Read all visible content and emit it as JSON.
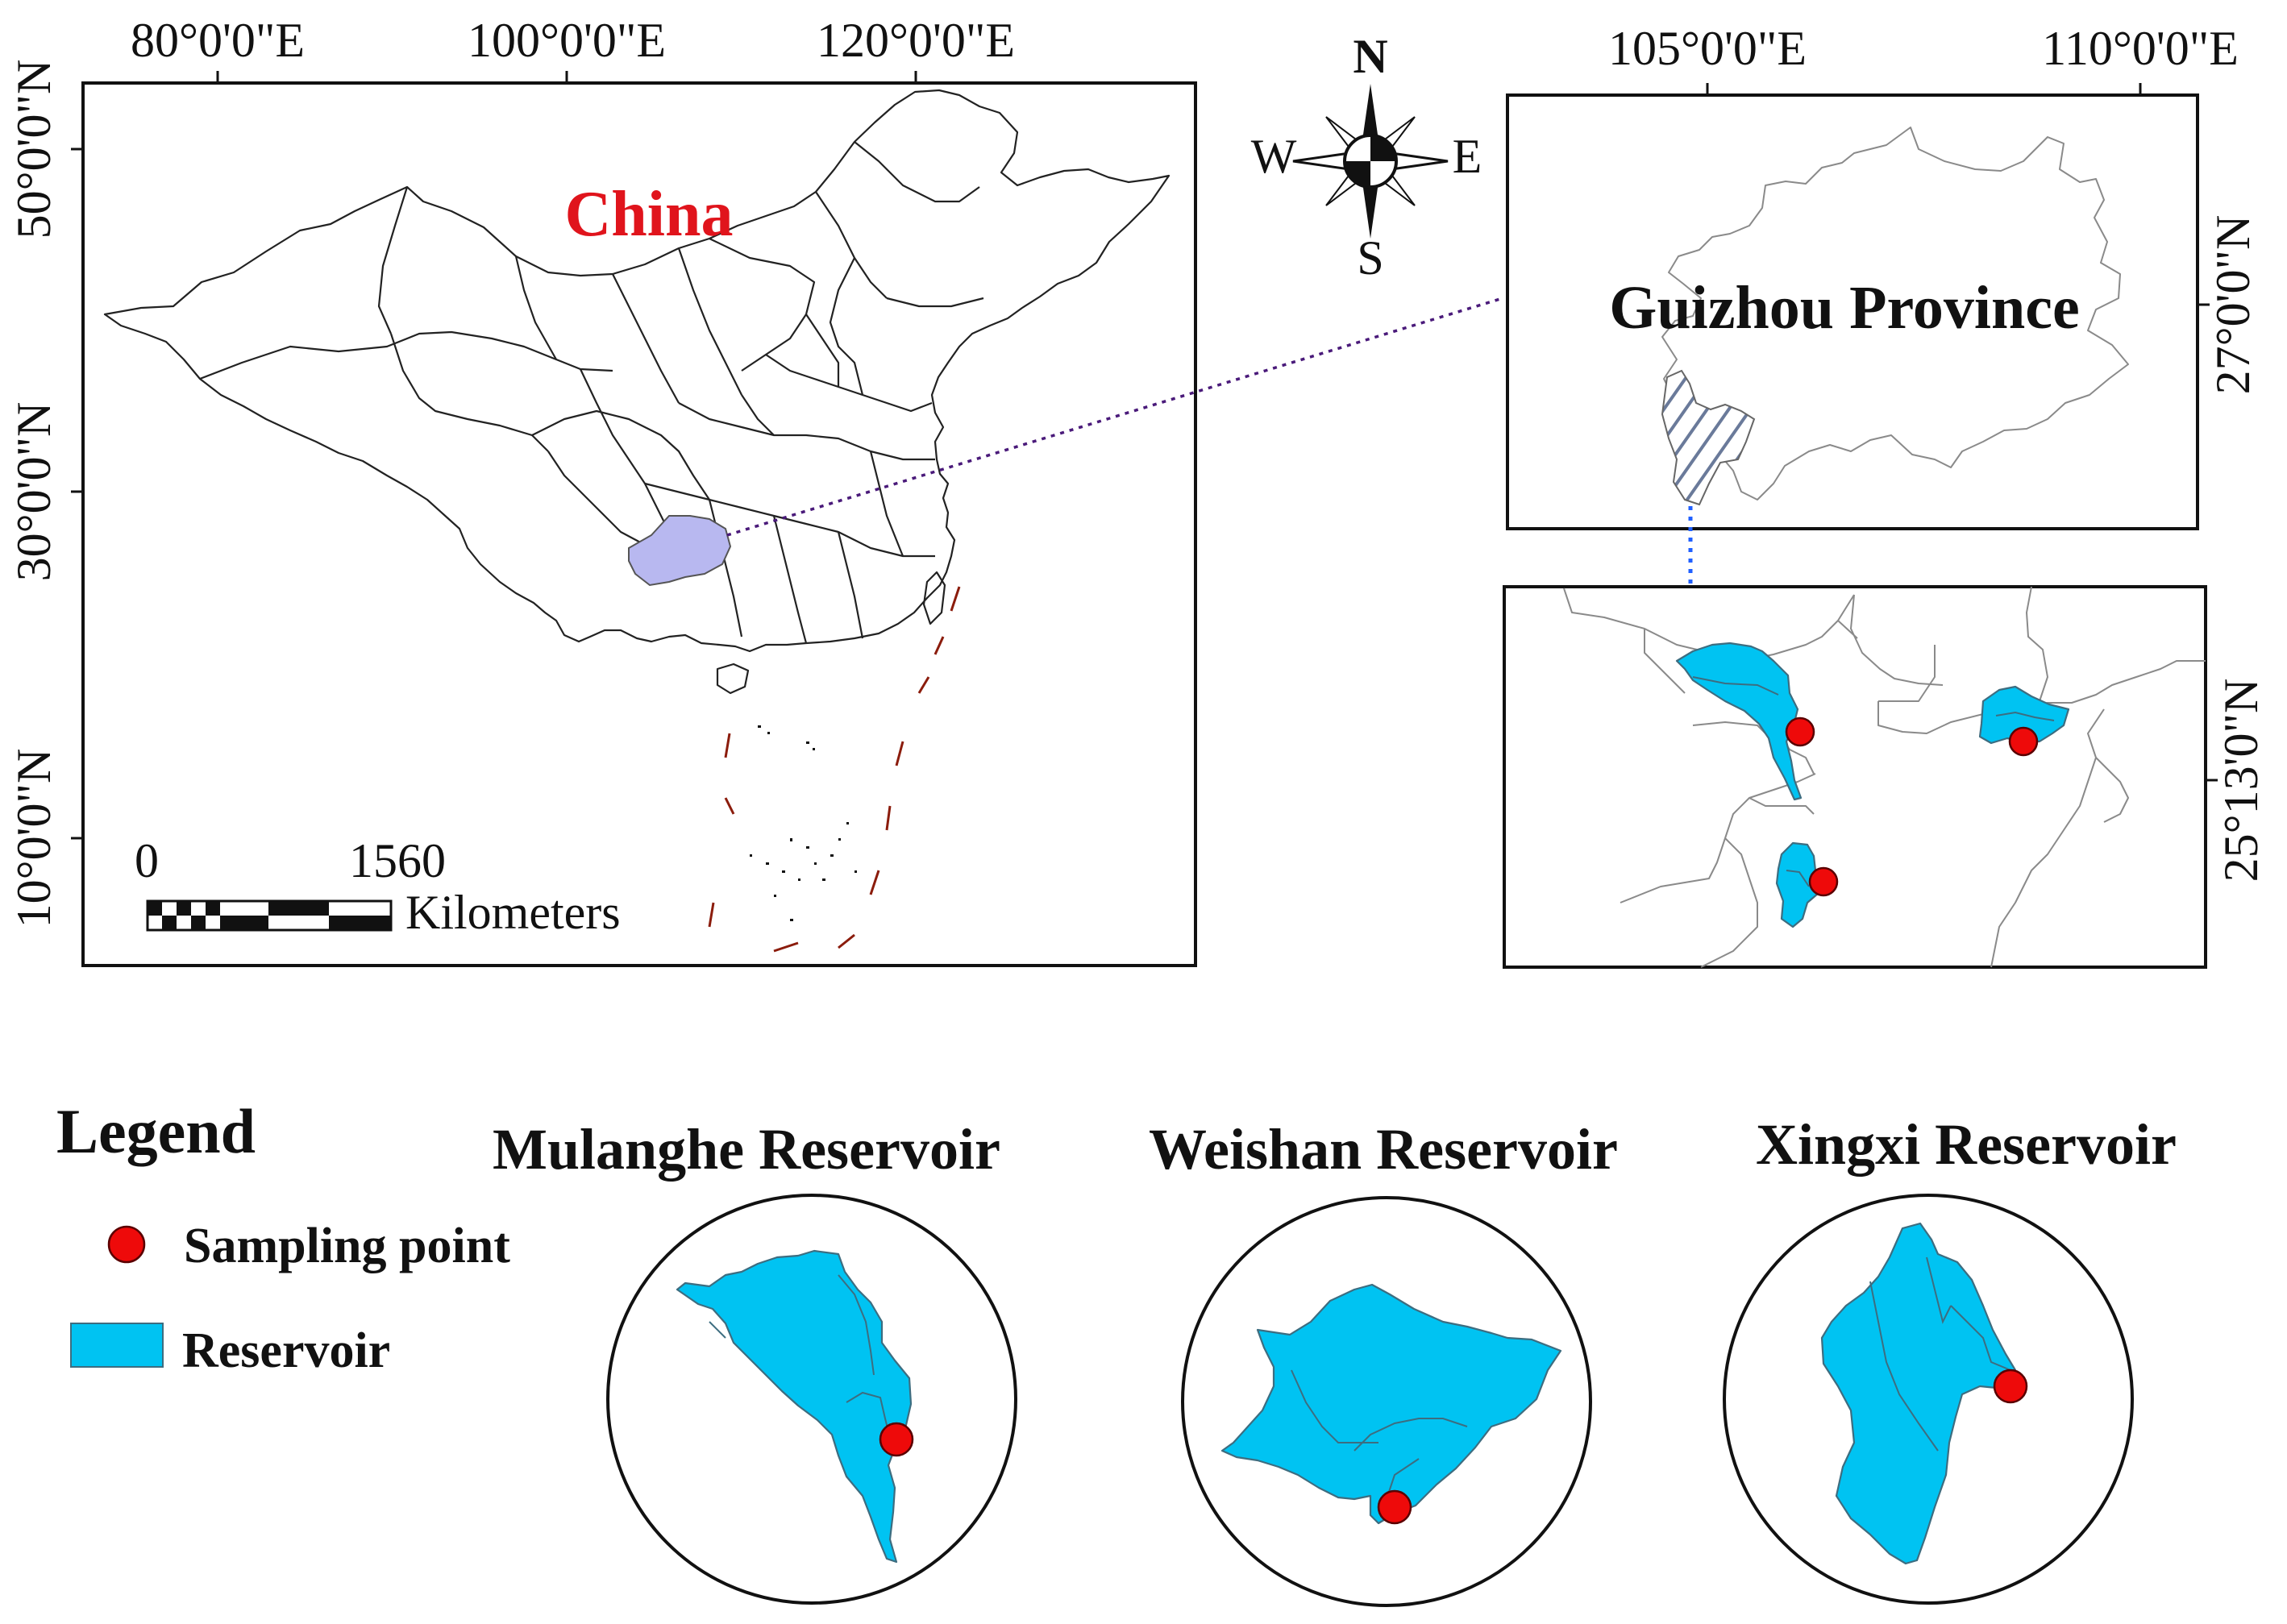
{
  "main_map": {
    "country_label": "China",
    "country_label_color": "#e0141c",
    "lon_labels": [
      "80°0'0\"E",
      "100°0'0\"E",
      "120°0'0\"E"
    ],
    "lat_labels": [
      "50°0'0\"N",
      "30°0'0\"N",
      "10°0'0\"N"
    ],
    "highlight_color": "#b8b8f0",
    "scale_bar": {
      "start": "0",
      "end": "1560",
      "unit": "Kilometers"
    }
  },
  "compass": {
    "n": "N",
    "s": "S",
    "e": "E",
    "w": "W"
  },
  "province_map": {
    "title": "Guizhou Province",
    "lon_labels": [
      "105°0'0\"E",
      "110°0'0\"E"
    ],
    "lat_labels": [
      "27°0'0\"N"
    ]
  },
  "detail_map": {
    "lat_labels": [
      "25°13'0\"N"
    ]
  },
  "legend": {
    "title": "Legend",
    "items": [
      {
        "label": "Sampling point",
        "color": "#ee0a0a",
        "symbol": "red-dot"
      },
      {
        "label": "Reservoir",
        "color": "#00c3f2",
        "symbol": "cyan-rect"
      }
    ]
  },
  "reservoirs": [
    {
      "name": "Mulanghe Reservoir"
    },
    {
      "name": "Weishan Reservoir"
    },
    {
      "name": "Xingxi Reservoir"
    }
  ]
}
